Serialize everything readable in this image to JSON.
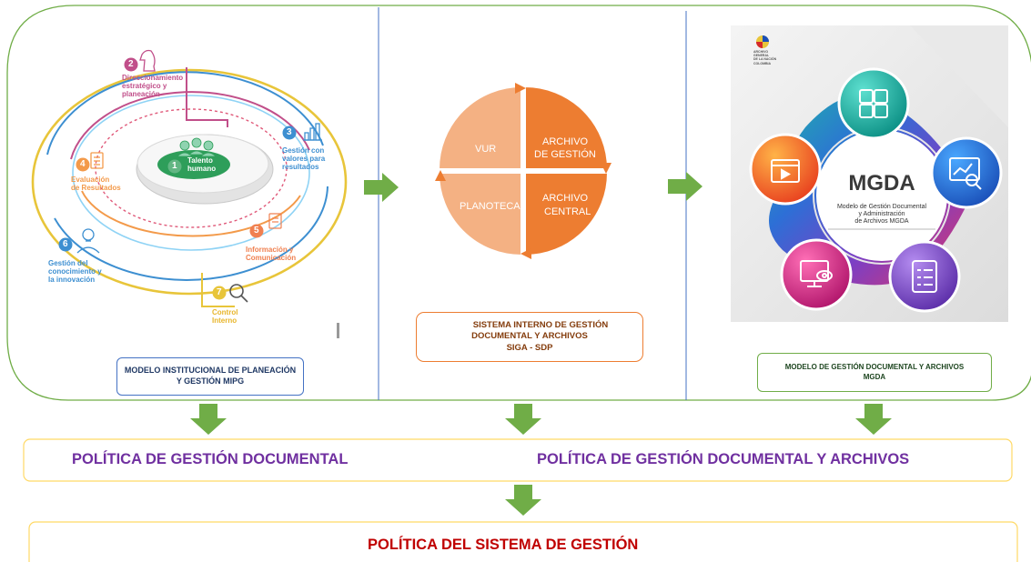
{
  "mipg": {
    "dimensions": [
      {
        "num": "1",
        "label": "Talento\nhumano"
      },
      {
        "num": "2",
        "label": "Direccionamiento\nestratégico y\nplaneación"
      },
      {
        "num": "3",
        "label": "Gestión con\nvalores para\nresultados"
      },
      {
        "num": "4",
        "label": "Evaluación\nde Resultados"
      },
      {
        "num": "5",
        "label": "Información y\nComunicación"
      },
      {
        "num": "6",
        "label": "Gestión del\nconocimiento y\nla innovación"
      },
      {
        "num": "7",
        "label": "Control\nInterno"
      }
    ],
    "caption_line1": "MODELO INSTITUCIONAL DE PLANEACIÓN",
    "caption_line2": "Y GESTIÓN MIPG"
  },
  "siga": {
    "quadrants": [
      {
        "line1": "VUR",
        "line2": ""
      },
      {
        "line1": "ARCHIVO",
        "line2": "DE GESTIÓN"
      },
      {
        "line1": "PLANOTECA",
        "line2": ""
      },
      {
        "line1": "ARCHIVO",
        "line2": "CENTRAL"
      }
    ],
    "caption_line1": "SISTEMA INTERNO DE GESTIÓN",
    "caption_line2": "DOCUMENTAL Y ARCHIVOS",
    "caption_line3": "SIGA - SDP"
  },
  "mgda": {
    "logo_line1": "ARCHIVO",
    "logo_line2": "GENERAL",
    "logo_line3": "DE LA NACIÓN",
    "logo_line4": "COLOMBIA",
    "title": "MGDA",
    "subtitle_line1": "Modelo de Gestión Documental",
    "subtitle_line2": "y Administración",
    "subtitle_line3": "de Archivos MGDA",
    "caption_line1": "MODELO DE GESTIÓN DOCUMENTAL Y ARCHIVOS",
    "caption_line2": "MGDA"
  },
  "policies": {
    "left": "POLÍTICA DE GESTIÓN DOCUMENTAL",
    "right": "POLÍTICA DE GESTIÓN DOCUMENTAL Y ARCHIVOS",
    "system": "POLÍTICA DEL SISTEMA DE GESTIÓN"
  },
  "colors": {
    "policy_purple": "#7030a0",
    "policy_red": "#c00000",
    "frame_green": "#70ad47",
    "frame_yellow": "#ffd966",
    "arrow_green": "#70ad47",
    "divider_blue": "#4472c4",
    "quadrant_light": "#f4b183",
    "quadrant_dark": "#ed7d31"
  },
  "icons": [
    "chess-knight-icon",
    "users-icon",
    "chart-icon",
    "clipboard-icon",
    "document-icon",
    "lightbulb-icon",
    "magnifier-icon",
    "puzzle-icon",
    "analytics-icon",
    "checklist-icon",
    "monitor-eye-icon",
    "video-icon"
  ]
}
